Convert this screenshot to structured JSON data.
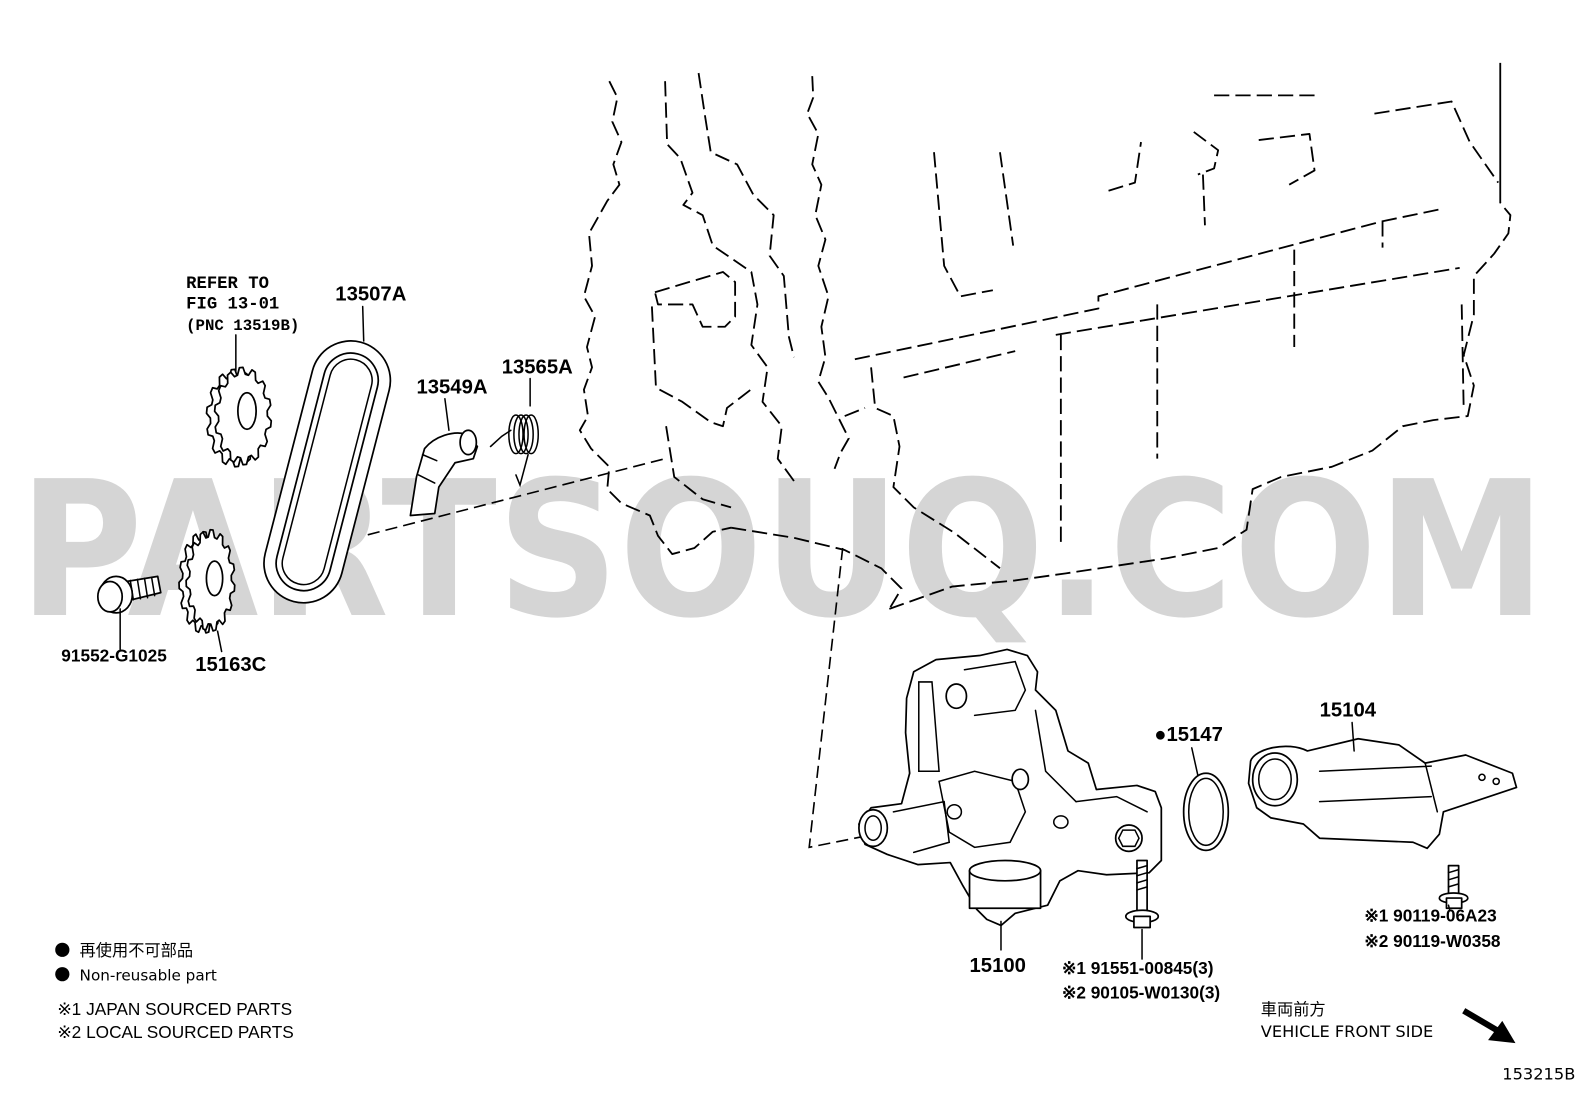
{
  "watermark": "PARTSOUQ.COM",
  "reference_note": {
    "line1": "REFER TO",
    "line2": "FIG 13-01",
    "line3": "(PNC 13519B)"
  },
  "part_labels": {
    "chain": "13507A",
    "tensioner_arm": "13549A",
    "tensioner_spring": "13565A",
    "sprocket_bolt": "91552-G1025",
    "drive_sprocket": "15163C",
    "oil_pump": "15100",
    "o_ring": "●15147",
    "strainer": "15104",
    "strainer_bolt_1": "※1 90119-06A23",
    "strainer_bolt_2": "※2 90119-W0358",
    "pump_bolt_1": "※1 91551-00845(3)",
    "pump_bolt_2": "※2 90105-W0130(3)"
  },
  "legend": {
    "non_reusable_jp": "再使用不可部品",
    "non_reusable_en": "Non-reusable part",
    "note_1": "※1 JAPAN SOURCED PARTS",
    "note_2": "※2 LOCAL SOURCED PARTS"
  },
  "direction": {
    "jp": "車両前方",
    "en": "VEHICLE FRONT SIDE"
  },
  "figure_id": "153215B",
  "icons": {
    "legend_bullet": "filled-circle-icon",
    "front_arrow": "arrow-down-right-icon"
  },
  "colors": {
    "line": "#000000",
    "watermark": "#d5d5d5",
    "background": "#ffffff"
  }
}
